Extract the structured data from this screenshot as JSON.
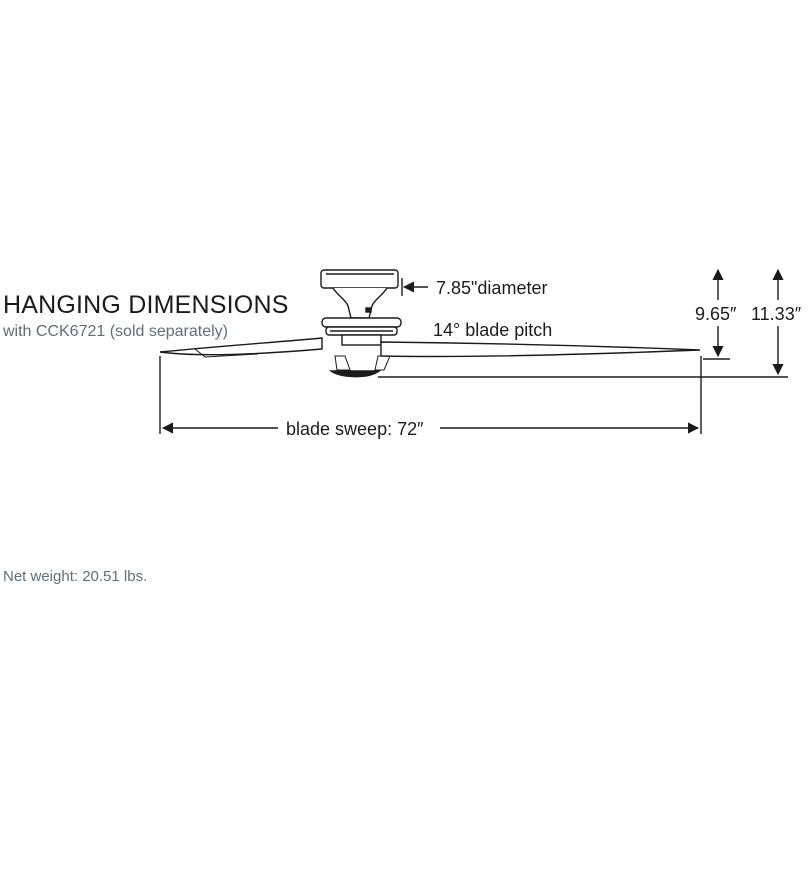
{
  "heading": {
    "title": "HANGING DIMENSIONS",
    "subtitle": "with CCK6721 (sold separately)"
  },
  "dimensions": {
    "canopy_diameter": "7.85\"diameter",
    "blade_pitch": "14° blade pitch",
    "height_short": "9.65″",
    "height_tall": "11.33″",
    "blade_sweep": "blade sweep: 72″"
  },
  "footer": {
    "net_weight": "Net weight: 20.51 lbs."
  },
  "colors": {
    "line": "#1b1b1b",
    "muted_text": "#5f6e7a"
  }
}
